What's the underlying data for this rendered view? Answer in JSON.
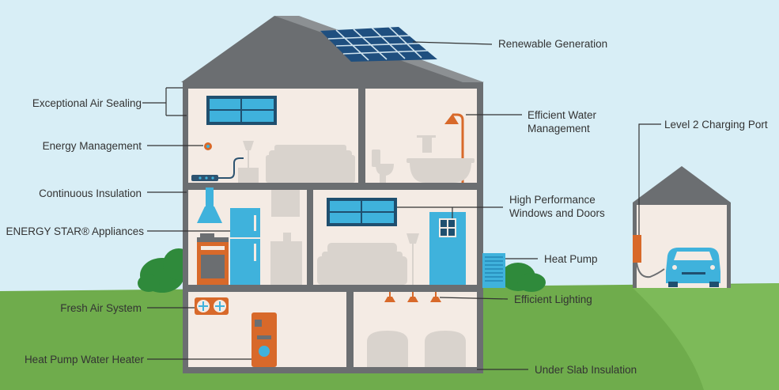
{
  "labels": {
    "renewable_generation": "Renewable Generation",
    "exceptional_air_sealing": "Exceptional Air Sealing",
    "energy_management": "Energy Management",
    "continuous_insulation": "Continuous Insulation",
    "energy_star_appliances": "ENERGY STAR® Appliances",
    "fresh_air_system": "Fresh Air System",
    "heat_pump_water_heater": "Heat Pump Water Heater",
    "efficient_water_management_1": "Efficient Water",
    "efficient_water_management_2": "Management",
    "level2_charging_port": "Level 2 Charging Port",
    "high_performance_windows_1": "High Performance",
    "high_performance_windows_2": "Windows and Doors",
    "heat_pump": "Heat Pump",
    "efficient_lighting": "Efficient Lighting",
    "under_slab_insulation": "Under Slab Insulation"
  },
  "colors": {
    "sky": "#d8eef6",
    "grass": "#6fac4c",
    "roof": "#6b6e71",
    "wall": "#f4ebe4",
    "accent_blue": "#3fb2dc",
    "accent_orange": "#d8692a",
    "furniture": "#d9d3cd"
  }
}
